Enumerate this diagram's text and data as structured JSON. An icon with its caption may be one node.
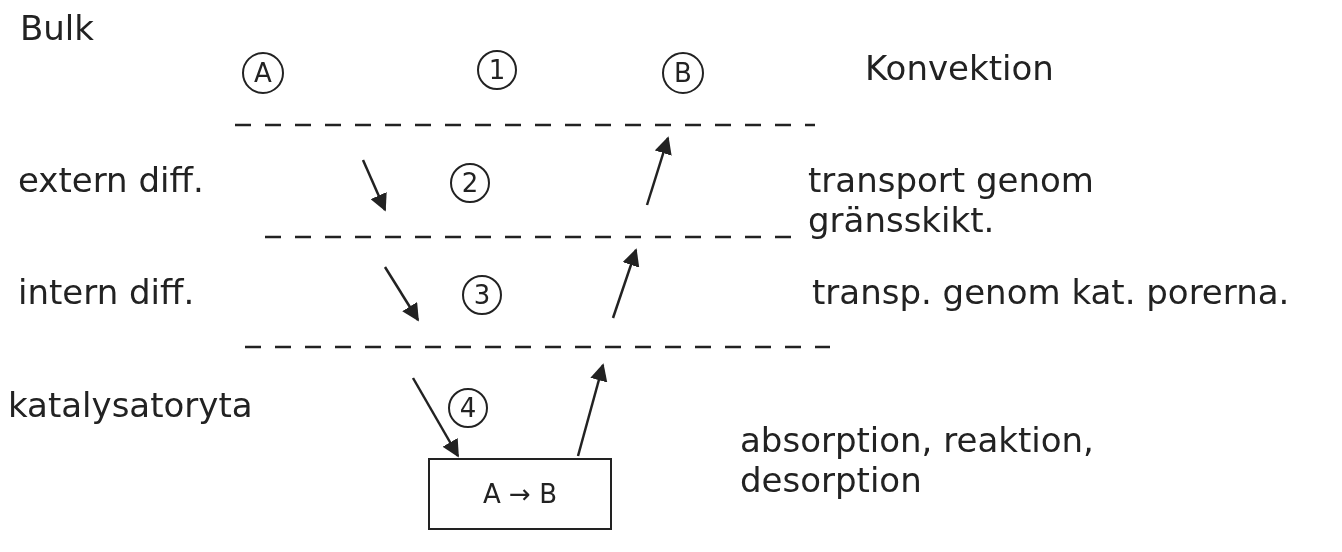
{
  "diagram": {
    "nodes": [
      {
        "text": [
          "A"
        ]
      },
      {
        "text": [
          "1"
        ]
      },
      {
        "text": [
          "B"
        ]
      },
      {
        "text": [
          "2"
        ]
      },
      {
        "text": [
          "3"
        ]
      },
      {
        "text": [
          "4"
        ]
      },
      {
        "text": [
          "A → B"
        ]
      }
    ],
    "edges": [
      {
        "from": null,
        "to": 6,
        "arrow": "to"
      },
      {
        "from": 6,
        "to": null,
        "arrow": "to"
      }
    ],
    "labels": [
      "Bulk",
      "Konvektion",
      "extern diff.",
      "transport genom gränsskikt.",
      "intern diff.",
      "transp. genom kat. porerna.",
      "katalysatoryta",
      "absorption, reaktion, desorption"
    ]
  }
}
